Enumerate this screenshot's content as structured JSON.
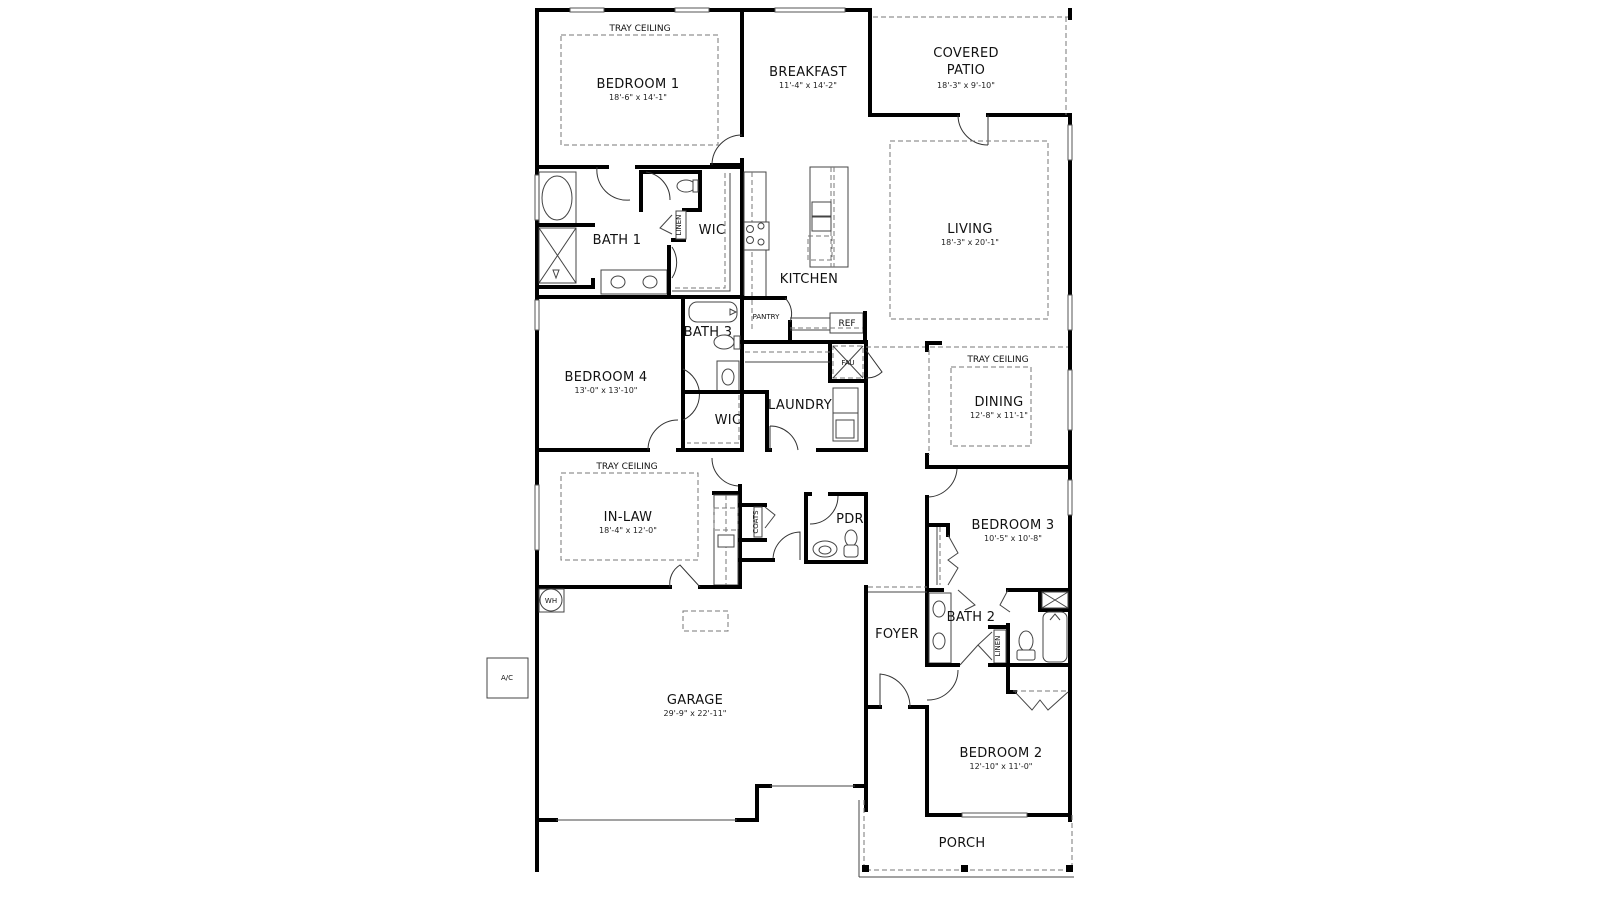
{
  "plan": {
    "rooms": {
      "bedroom1": {
        "name": "BEDROOM 1",
        "dims": "18'-6\" x 14'-1\"",
        "note": "TRAY CEILING"
      },
      "breakfast": {
        "name": "BREAKFAST",
        "dims": "11'-4\" x 14'-2\""
      },
      "covered_patio": {
        "name_line1": "COVERED",
        "name_line2": "PATIO",
        "dims": "18'-3\" x 9'-10\""
      },
      "living": {
        "name": "LIVING",
        "dims": "18'-3\" x 20'-1\""
      },
      "bath1": {
        "name": "BATH 1"
      },
      "wic1": {
        "name": "WIC"
      },
      "linen1": {
        "name": "LINEN"
      },
      "kitchen": {
        "name": "KITCHEN"
      },
      "pantry": {
        "name": "PANTRY"
      },
      "ref": {
        "name": "REF"
      },
      "bath3": {
        "name": "BATH 3"
      },
      "fau": {
        "name": "FAU"
      },
      "bedroom4": {
        "name": "BEDROOM 4",
        "dims": "13'-0\" x 13'-10\""
      },
      "wic4": {
        "name": "WIC"
      },
      "laundry": {
        "name": "LAUNDRY"
      },
      "dining": {
        "name": "DINING",
        "dims": "12'-8\" x 11'-1\"",
        "note": "TRAY CEILING"
      },
      "inlaw": {
        "name": "IN-LAW",
        "dims": "18'-4\" x 12'-0\"",
        "note": "TRAY CEILING"
      },
      "coats": {
        "name": "COATS"
      },
      "pdr": {
        "name": "PDR"
      },
      "bedroom3": {
        "name": "BEDROOM 3",
        "dims": "10'-5\" x 10'-8\""
      },
      "bath2": {
        "name": "BATH 2"
      },
      "linen2": {
        "name": "LINEN"
      },
      "foyer": {
        "name": "FOYER"
      },
      "garage": {
        "name": "GARAGE",
        "dims": "29'-9\" x 22'-11\""
      },
      "wh": {
        "name": "WH"
      },
      "ac": {
        "name": "A/C"
      },
      "bedroom2": {
        "name": "BEDROOM 2",
        "dims": "12'-10\" x 11'-0\""
      },
      "porch": {
        "name": "PORCH"
      }
    }
  }
}
